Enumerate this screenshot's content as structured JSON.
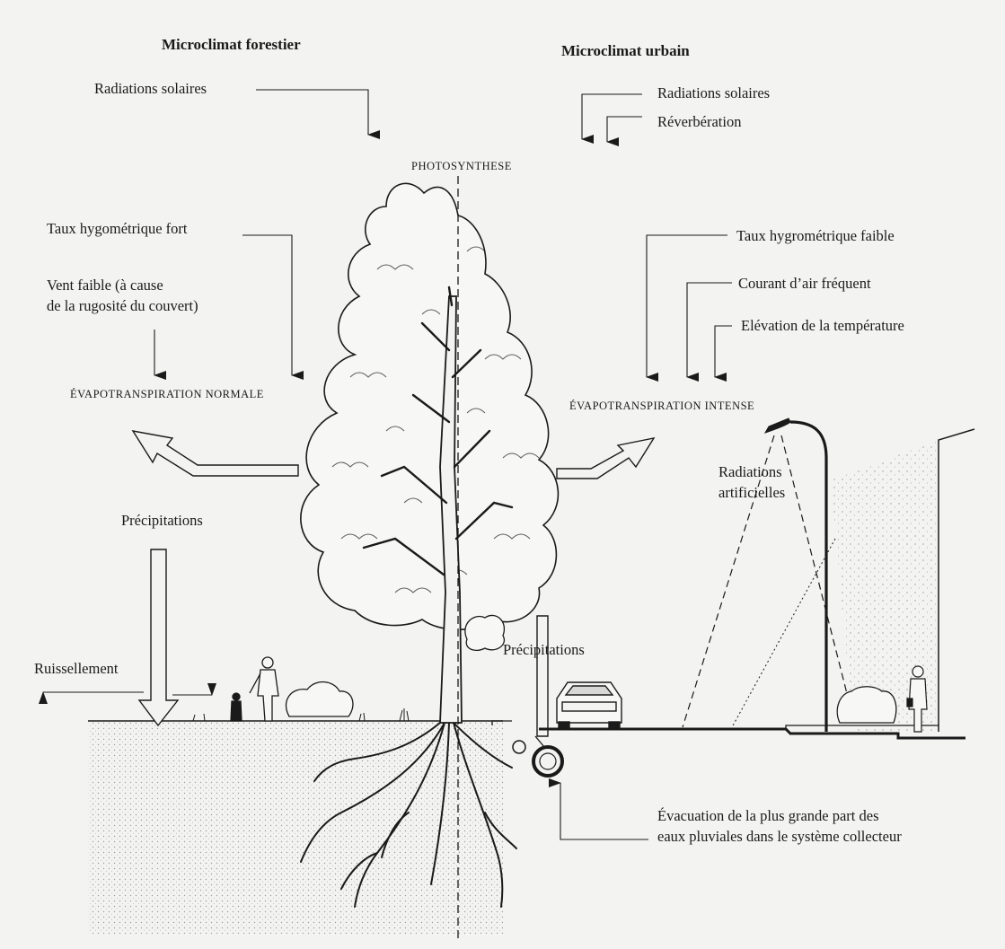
{
  "forest": {
    "title": "Microclimat forestier",
    "solar": "Radiations solaires",
    "humidity": "Taux hygométrique fort",
    "wind": "Vent faible (à cause\nde la rugosité du couvert)",
    "evapo": "ÉVAPOTRANSPIRATION NORMALE",
    "precip": "Précipitations",
    "runoff": "Ruissellement"
  },
  "center": {
    "photosynthesis": "PHOTOSYNTHESE"
  },
  "urban": {
    "title": "Microclimat urbain",
    "solar": "Radiations solaires",
    "reverb": "Réverbération",
    "humidity": "Taux hygrométrique faible",
    "draft": "Courant d’air fréquent",
    "temperature": "Elévation de la température",
    "evapo": "ÉVAPOTRANSPIRATION INTENSE",
    "artificial": "Radiations\nartificielles",
    "precip": "Précipitations",
    "drainage": "Évacuation de la plus grande part des\neaux pluviales dans le système collecteur"
  },
  "colors": {
    "ink": "#1a1a1a",
    "paper": "#f3f3f2"
  }
}
